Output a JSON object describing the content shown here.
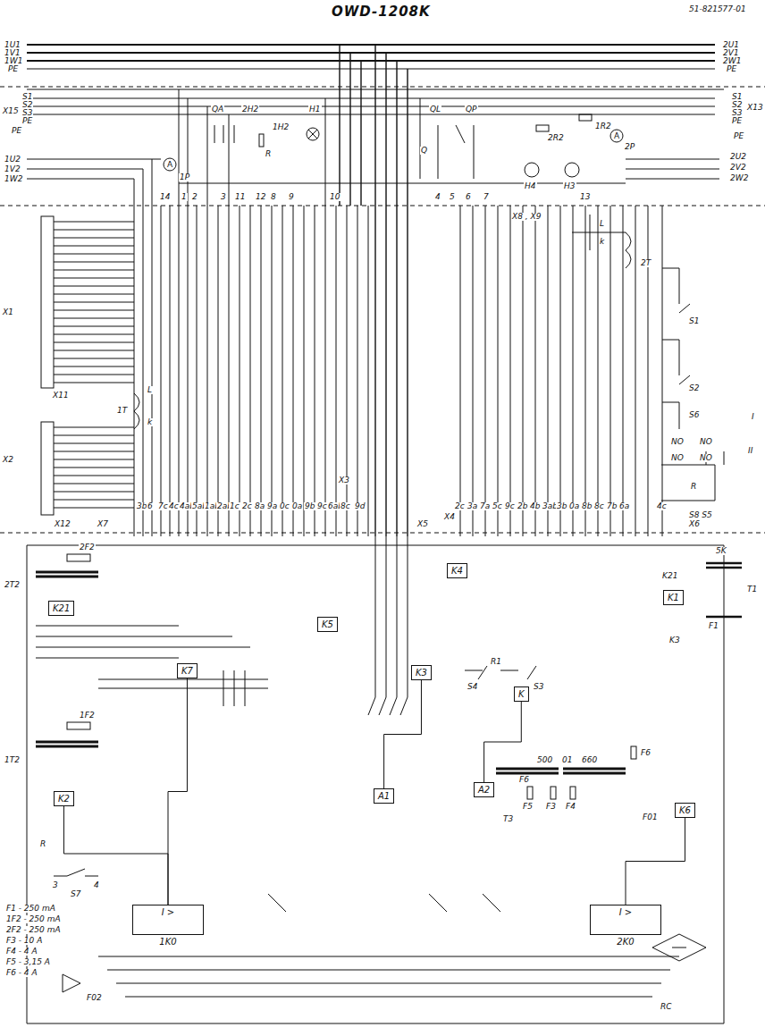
{
  "diagram": {
    "title": "OWD-1208K",
    "nodes": [
      {
        "text": [
          "I >",
          "1K0"
        ]
      },
      {
        "text": [
          "I >",
          "2K0"
        ]
      },
      {
        "text": [
          "K21"
        ]
      },
      {
        "text": [
          "K2"
        ]
      },
      {
        "text": [
          "K7"
        ]
      },
      {
        "text": [
          "K5"
        ]
      },
      {
        "text": [
          "K4"
        ]
      },
      {
        "text": [
          "K3"
        ]
      },
      {
        "text": [
          "K"
        ]
      },
      {
        "text": [
          "A1"
        ]
      },
      {
        "text": [
          "A2"
        ]
      },
      {
        "text": [
          "K6"
        ]
      },
      {
        "text": [
          "K1"
        ]
      }
    ],
    "edges": [
      {
        "from": 4,
        "to": 0,
        "arrow": "none"
      },
      {
        "from": 3,
        "to": 0,
        "arrow": "none"
      },
      {
        "from": 7,
        "to": 9,
        "arrow": "none"
      },
      {
        "from": 11,
        "to": 1,
        "arrow": "none"
      },
      {
        "from": 8,
        "to": 10,
        "arrow": "none"
      }
    ],
    "labels": [
      "51-821577-01",
      "1U1",
      "1V1",
      "1W1",
      "PE",
      "2U1",
      "2V1",
      "2W1",
      "PE",
      "X15",
      "S1",
      "S2",
      "S3",
      "PE",
      "X13",
      "S1",
      "S2",
      "S3",
      "PE",
      "PE",
      "1U2",
      "1V2",
      "1W2",
      "PE",
      "2U2",
      "2V2",
      "2W2",
      "1P",
      "QA",
      "2H2",
      "H1",
      "R",
      "1H2",
      "Q",
      "QL",
      "QP",
      "2R2",
      "H4",
      "H3",
      "1R2",
      "2P",
      "14",
      "1",
      "2",
      "3",
      "11",
      "12",
      "8",
      "9",
      "10",
      "4",
      "5",
      "6",
      "7",
      "13",
      "X8 , X9",
      "L",
      "k",
      "2T",
      "X1",
      "X11",
      "X2",
      "X12",
      "1T",
      "L",
      "k",
      "S1",
      "S2",
      "S6",
      "R",
      "S8 S5",
      "NO",
      "NO",
      "NO",
      "NO",
      "I",
      "II",
      "X3",
      "X4",
      "X5",
      "X6",
      "X7",
      "3b",
      "6",
      "7c",
      "4c",
      "4ab",
      "5ab",
      "1ab",
      "2ab",
      "1c",
      "2c",
      "8a",
      "9a",
      "0c",
      "0a",
      "9b",
      "9c",
      "6ab",
      "8c",
      "9d",
      "2c",
      "3a",
      "7a",
      "5c",
      "9c",
      "2b",
      "4b",
      "3ab",
      "3b",
      "0a",
      "8b",
      "8c",
      "7b",
      "6a",
      "4c",
      "2F2",
      "2T2",
      "1F2",
      "1T2",
      "R",
      "3",
      "4",
      "S7",
      "K21",
      "5K",
      "T1",
      "F1",
      "K3",
      "T3",
      "500",
      "01",
      "660",
      "F6",
      "F5",
      "F3",
      "F4",
      "F6",
      "F01",
      "RC",
      "F02",
      "R1",
      "S4",
      "S3",
      "F1 - 250 mA",
      "1F2 - 250 mA",
      "2F2 - 250 mA",
      "F3 - 10 A",
      "F4 - 4 A",
      "F5 - 3,15 A",
      "F6 - 4 A",
      "A",
      "A"
    ]
  }
}
